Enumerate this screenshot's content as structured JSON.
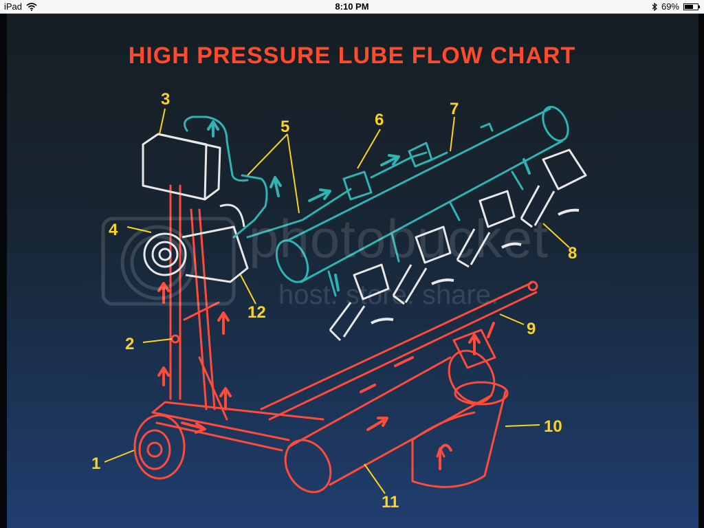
{
  "status_bar": {
    "device": "iPad",
    "time": "8:10 PM",
    "battery_text": "69%",
    "battery_level": 0.69
  },
  "title": "HIGH PRESSURE LUBE FLOW CHART",
  "callouts": [
    "1",
    "2",
    "3",
    "4",
    "5",
    "6",
    "7",
    "8",
    "9",
    "10",
    "11",
    "12"
  ],
  "watermark": {
    "line1": "photobucket",
    "line2": "host. store. share."
  },
  "colors": {
    "title": "#ff4a2c",
    "labels": "#ffd21c",
    "high_pressure_line": "#2fb3b3",
    "low_pressure_line": "#ff4b3a",
    "component_outline": "#e8e8e8"
  }
}
